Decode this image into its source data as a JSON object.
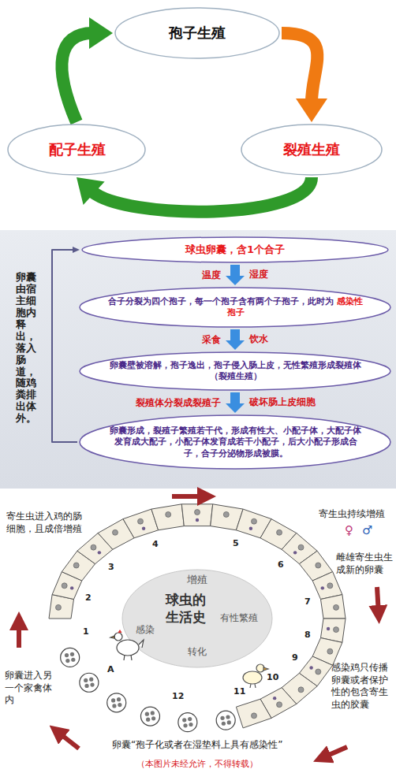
{
  "diagram": {
    "nodes": [
      {
        "text": [
          "孢子生殖"
        ]
      },
      {
        "text": [
          "配子生殖"
        ]
      },
      {
        "text": [
          "裂殖生殖"
        ]
      },
      {
        "text": [
          "球虫卵囊，含1个合子"
        ]
      },
      {
        "text": [
          "合子分裂为四个孢子，每一个孢子含有两个子孢子，此时为",
          "感染性孢子"
        ]
      },
      {
        "text": [
          "卵囊壁被溶解，孢子逸出，孢子侵入肠上皮，无性繁殖形成裂殖体（裂殖生殖）"
        ]
      },
      {
        "text": [
          "卵囊形成，裂殖子繁殖若干代，形成有性大、小配子体，大配子体发育成大配子，小配子体发育成若干小配子，后大小配子形成合子，合子分泌物形成被膜。"
        ]
      }
    ],
    "edges": [
      {
        "from": 0,
        "to": 2,
        "arrow": "to"
      },
      {
        "from": 2,
        "to": 1,
        "arrow": "to"
      },
      {
        "from": 1,
        "to": 0,
        "arrow": "to"
      },
      {
        "from": 3,
        "to": 4,
        "label": "温度",
        "arrow": "to"
      },
      {
        "from": 4,
        "to": 5,
        "label": "采食",
        "arrow": "to"
      },
      {
        "from": 5,
        "to": 6,
        "label": "裂殖体分裂成裂殖子",
        "arrow": "to"
      },
      {
        "from": 6,
        "to": 3,
        "arrow": "to"
      }
    ],
    "labels": [
      "湿度",
      "饮水",
      "破坏肠上皮细胞",
      "卵囊由宿主细胞内释出，落入肠道，随鸡粪排出体外。",
      "寄生虫进入鸡的肠细胞，且成倍增殖",
      "寄生虫持续增殖",
      "雌雄寄生虫生成新的卵囊",
      "增殖",
      "球虫的生活史",
      "有性繁殖",
      "感染",
      "转化",
      "感染鸡只传播卵囊或者保护性的包含寄生虫的胶囊",
      "卵囊进入另一个家禽体内",
      "卵囊“孢子化或者在湿垫料上具有感染性”",
      "（本图片未经允许，不得转载）",
      "1",
      "2",
      "3",
      "4",
      "5",
      "6",
      "7",
      "8",
      "9",
      "10",
      "11",
      "12",
      "A",
      "♀",
      "♂"
    ]
  }
}
